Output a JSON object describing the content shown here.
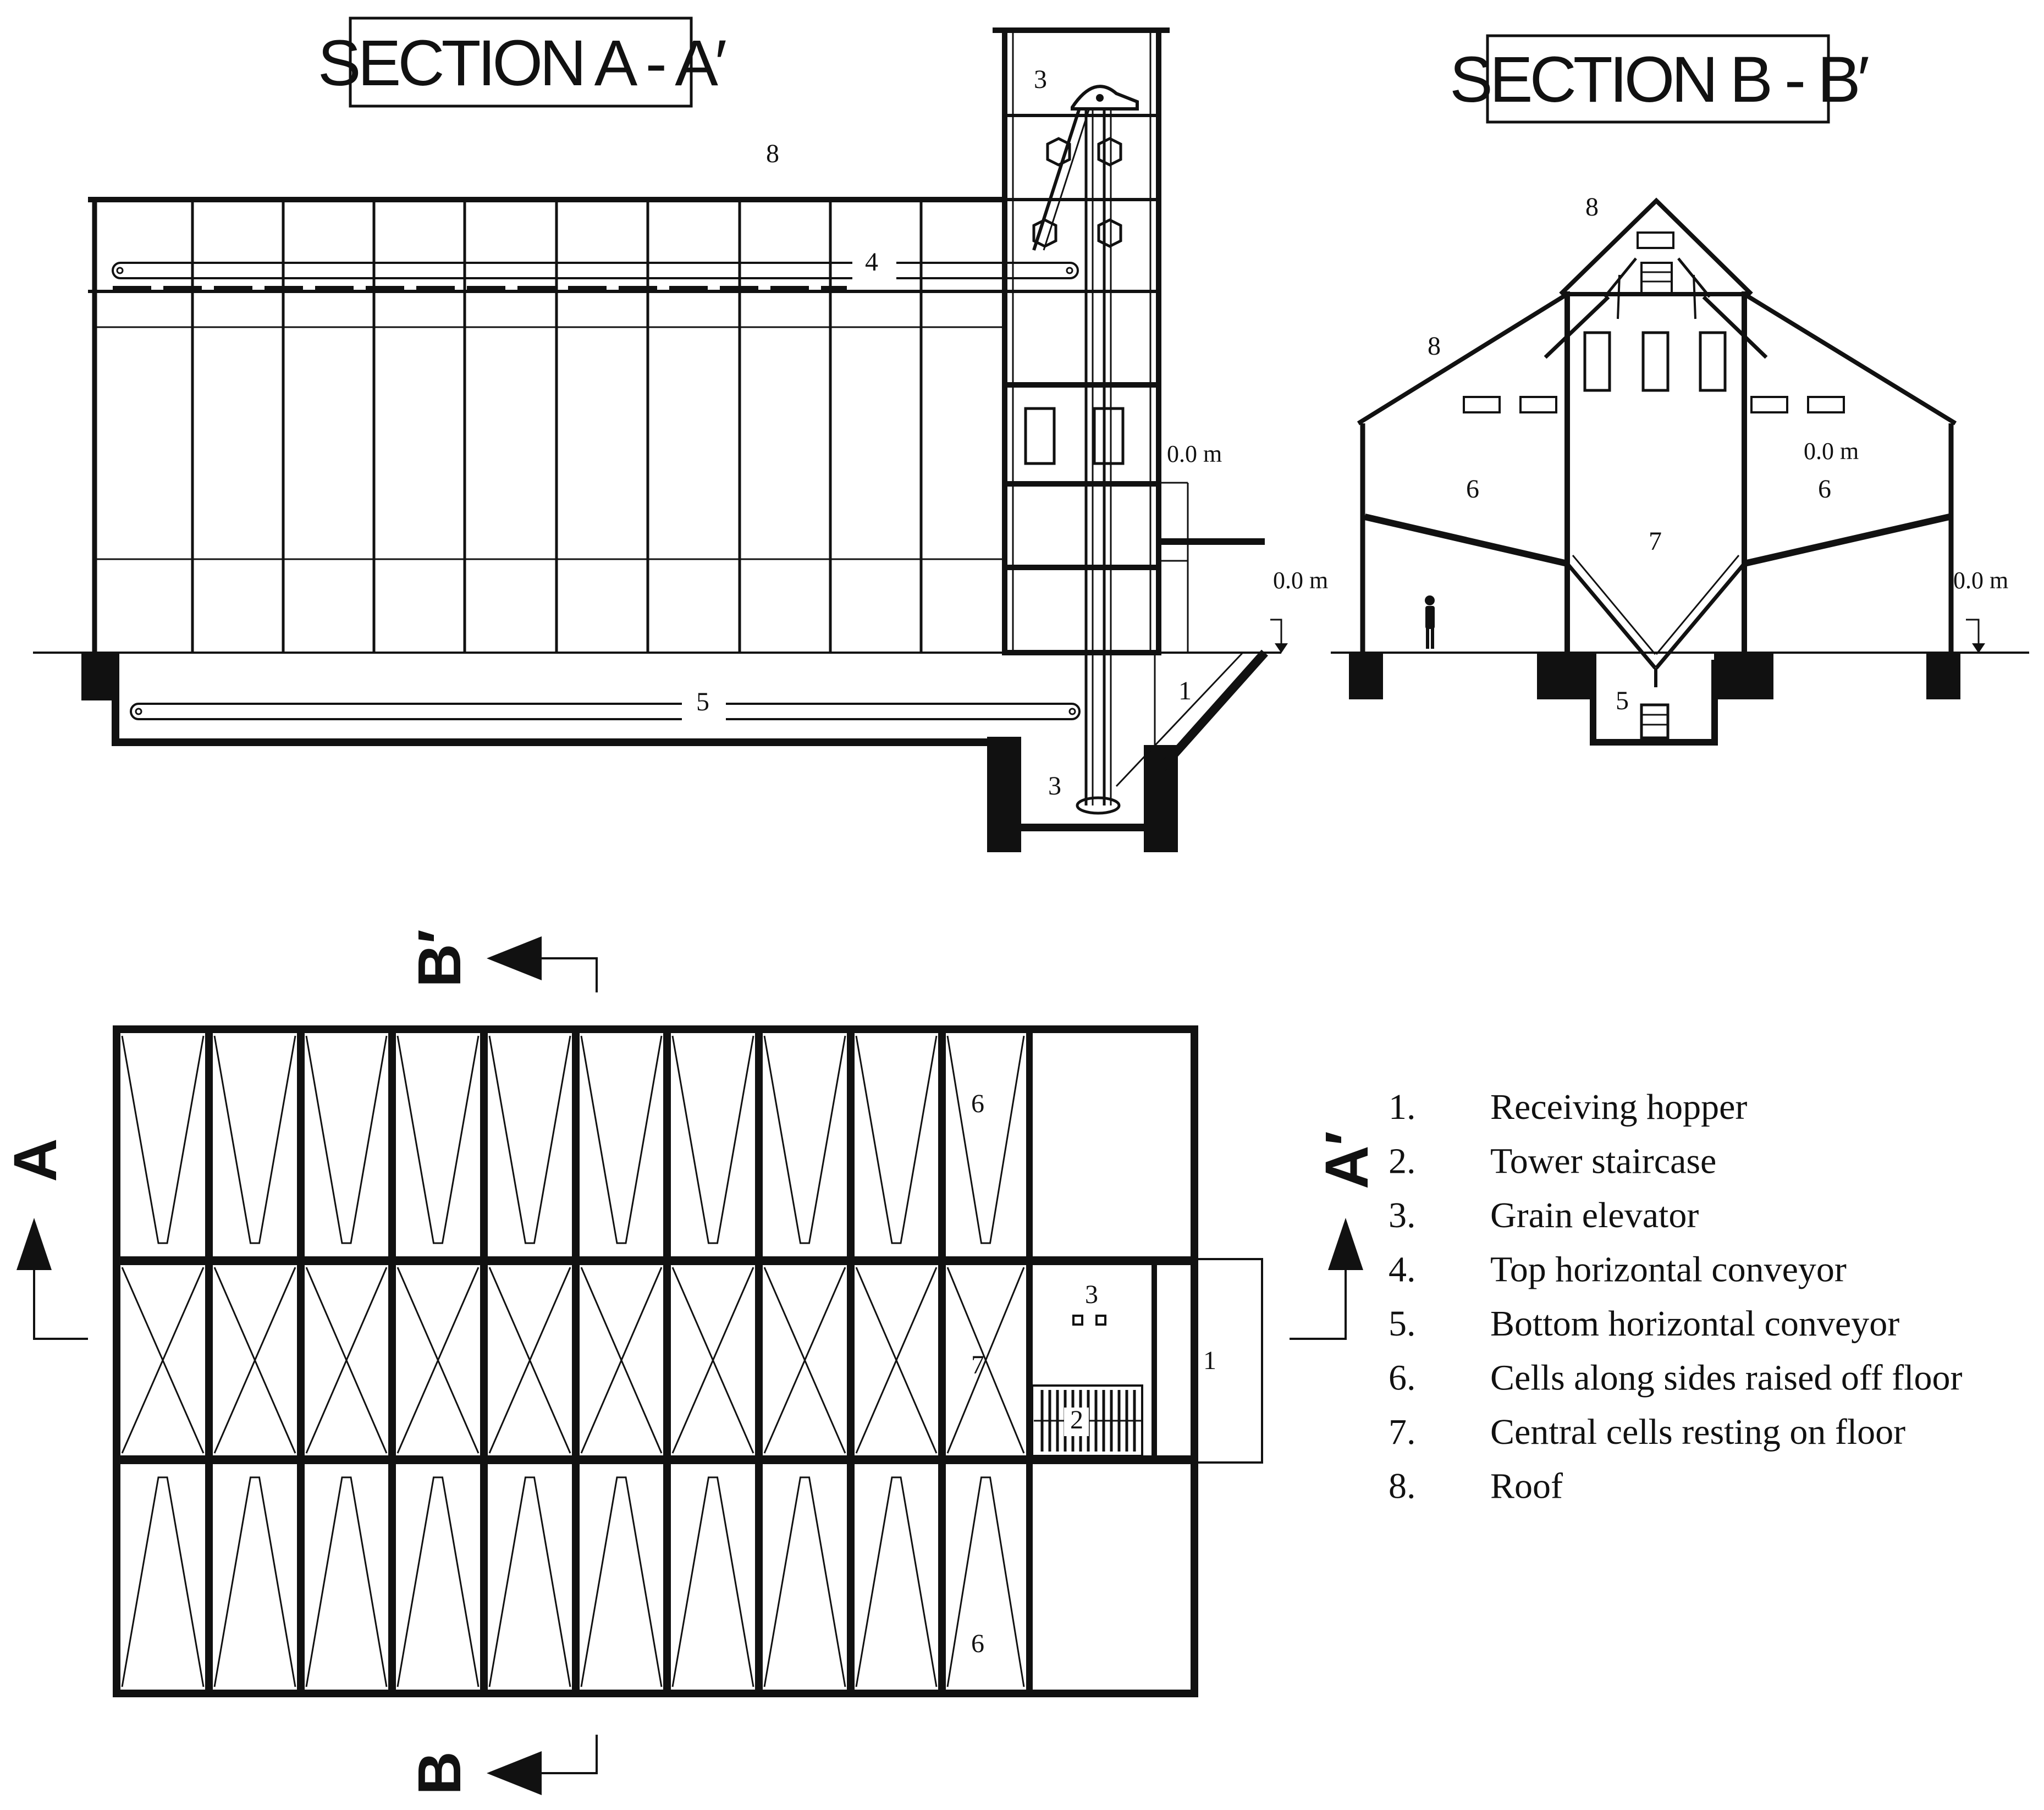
{
  "diagram": {
    "section_a": {
      "title": "SECTION A - A′",
      "labels": {
        "roof": "8",
        "top_conveyor": "4",
        "elevator_top": "3",
        "bottom_conveyor": "5",
        "elevator_pit": "3",
        "hopper": "1"
      },
      "elevations": {
        "platform": "0.0 m",
        "ground": "0.0 m"
      }
    },
    "section_b": {
      "title": "SECTION B - B′",
      "labels": {
        "roof_top": "8",
        "roof_side": "8",
        "left_cells": "6",
        "right_cells": "6",
        "central_cell": "7",
        "tunnel": "5"
      },
      "elevations": {
        "upper": "0.0 m",
        "ground": "0.0 m"
      }
    },
    "plan": {
      "cut_marks": {
        "a": "A",
        "a_prime": "A′",
        "b_top": "B′",
        "b_bottom": "B"
      },
      "labels": {
        "top_cells": "6",
        "center_cells": "7",
        "bottom_cells": "6",
        "elevator": "3",
        "staircase": "2",
        "hopper": "1"
      }
    },
    "legend": [
      {
        "num": "1.",
        "text": "Receiving hopper"
      },
      {
        "num": "2.",
        "text": "Tower staircase"
      },
      {
        "num": "3.",
        "text": "Grain elevator"
      },
      {
        "num": "4.",
        "text": "Top horizontal conveyor"
      },
      {
        "num": "5.",
        "text": "Bottom horizontal conveyor"
      },
      {
        "num": "6.",
        "text": "Cells along sides raised off floor"
      },
      {
        "num": "7.",
        "text": "Central cells resting on floor"
      },
      {
        "num": "8.",
        "text": "Roof"
      }
    ]
  }
}
